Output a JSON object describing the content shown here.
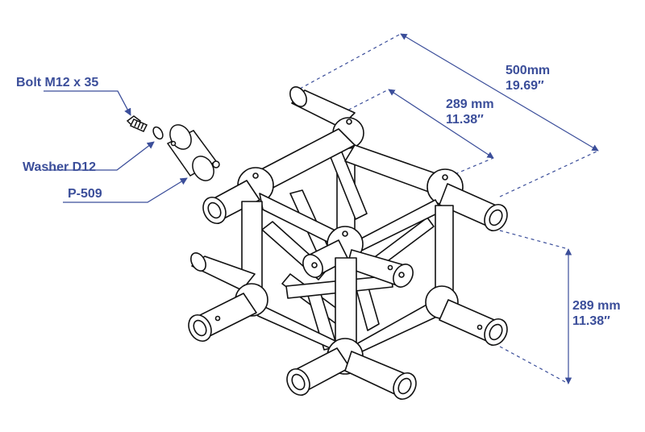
{
  "callouts": {
    "bolt": "Bolt M12 x 35",
    "washer": "Washer D12",
    "part": "P-509"
  },
  "dimensions": {
    "overall": {
      "metric": "500mm",
      "imperial": "19.69″"
    },
    "width": {
      "metric": "289 mm",
      "imperial": "11.38″"
    },
    "height": {
      "metric": "289 mm",
      "imperial": "11.38″"
    }
  },
  "colors": {
    "accent": "#3b4e9a",
    "line": "#111111",
    "fill": "#ffffff"
  }
}
